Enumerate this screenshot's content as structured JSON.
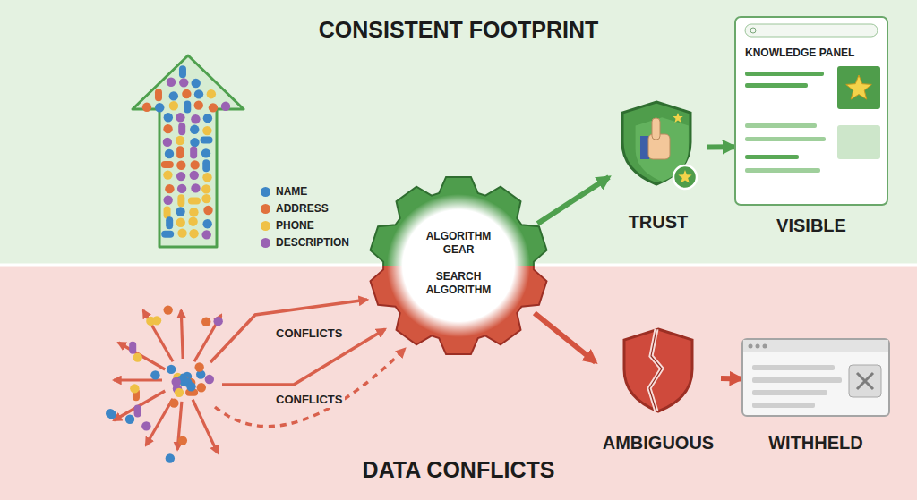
{
  "diagram": {
    "title": "CONSISTENT FOOTPRINT",
    "caption": "DATA CONFLICTS",
    "nodes": [
      {
        "text": [
          "ALGORITHM GEAR",
          "SEARCH ALGORITHM"
        ]
      },
      {
        "text": [
          "TRUST"
        ]
      },
      {
        "text": [
          "KNOWLEDGE PANEL",
          "VISIBLE"
        ]
      },
      {
        "text": [
          "AMBIGUOUS"
        ]
      },
      {
        "text": [
          "WITHHELD"
        ]
      }
    ],
    "edges": [
      {
        "from": 0,
        "to": 1,
        "arrow": "to"
      },
      {
        "from": 1,
        "to": 2,
        "arrow": "to"
      },
      {
        "from": 0,
        "to": 3,
        "arrow": "to"
      },
      {
        "from": 3,
        "to": 4,
        "arrow": "to"
      }
    ],
    "labels": [
      "CONFLICTS",
      "CONFLICTS"
    ],
    "legend": [
      {
        "text": "NAME",
        "color": "#3d86c6"
      },
      {
        "text": "ADDRESS",
        "color": "#e0713c"
      },
      {
        "text": "PHONE",
        "color": "#efc146"
      },
      {
        "text": "DESCRIPTION",
        "color": "#9a62b3"
      }
    ]
  }
}
